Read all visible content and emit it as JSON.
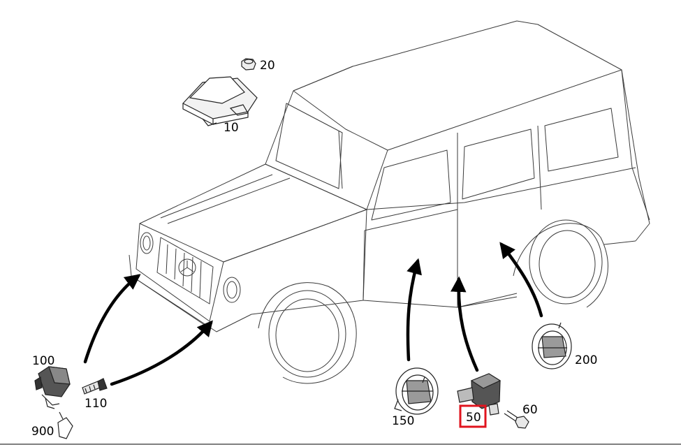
{
  "diagram": {
    "parts": [
      {
        "id": "p20",
        "label": "20",
        "icon": "nut-icon"
      },
      {
        "id": "p10",
        "label": "10",
        "icon": "control-unit-icon"
      },
      {
        "id": "p100",
        "label": "100",
        "icon": "level-sensor-icon"
      },
      {
        "id": "p110",
        "label": "110",
        "icon": "hose-connector-icon"
      },
      {
        "id": "p900",
        "label": "900",
        "icon": "linkage-icon"
      },
      {
        "id": "p150",
        "label": "150",
        "icon": "horn-sensor-icon"
      },
      {
        "id": "p50",
        "label": "50",
        "icon": "pressure-sensor-icon",
        "highlighted": true,
        "highlight_color": "#e0141e"
      },
      {
        "id": "p60",
        "label": "60",
        "icon": "bolt-icon"
      },
      {
        "id": "p200",
        "label": "200",
        "icon": "horn-sensor-icon"
      }
    ],
    "vehicle": "suv-outline",
    "line_color": "#000000",
    "background": "#ffffff"
  }
}
